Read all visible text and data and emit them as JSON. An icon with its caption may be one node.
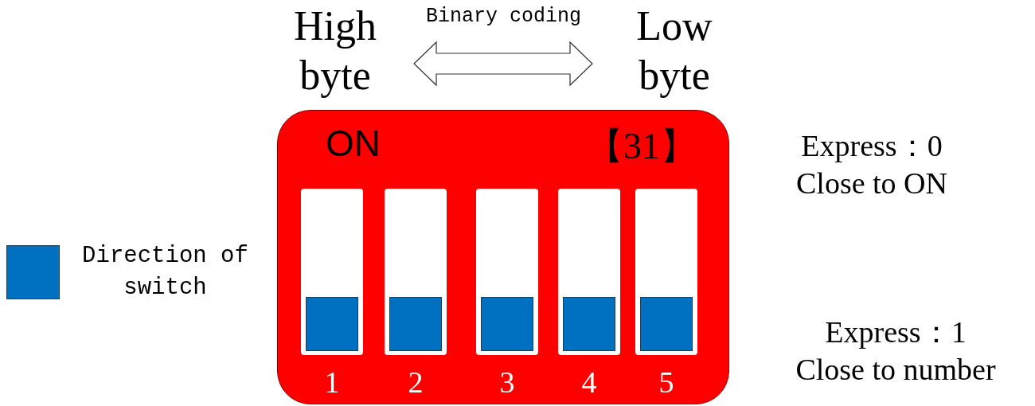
{
  "diagram": {
    "nodes": [
      {
        "text": [
          "ON",
          "【31】"
        ]
      },
      {
        "text": [],
        "shape": "box",
        "in": 0,
        "beside": [
          "1"
        ]
      },
      {
        "text": [],
        "shape": "box",
        "in": 0,
        "beside": [
          "2"
        ]
      },
      {
        "text": [],
        "shape": "box",
        "in": 0,
        "beside": [
          "3"
        ]
      },
      {
        "text": [],
        "shape": "box",
        "in": 0,
        "beside": [
          "4"
        ]
      },
      {
        "text": [],
        "shape": "box",
        "in": 0,
        "beside": [
          "5"
        ]
      }
    ],
    "edges": [],
    "labels": [
      "High byte",
      "Binary coding",
      "Low byte",
      "Express：0",
      "Close to ON",
      "Express：1",
      "Close to number"
    ],
    "legend": [
      {
        "text": "Direction of switch",
        "color": "#0070c0"
      }
    ]
  }
}
